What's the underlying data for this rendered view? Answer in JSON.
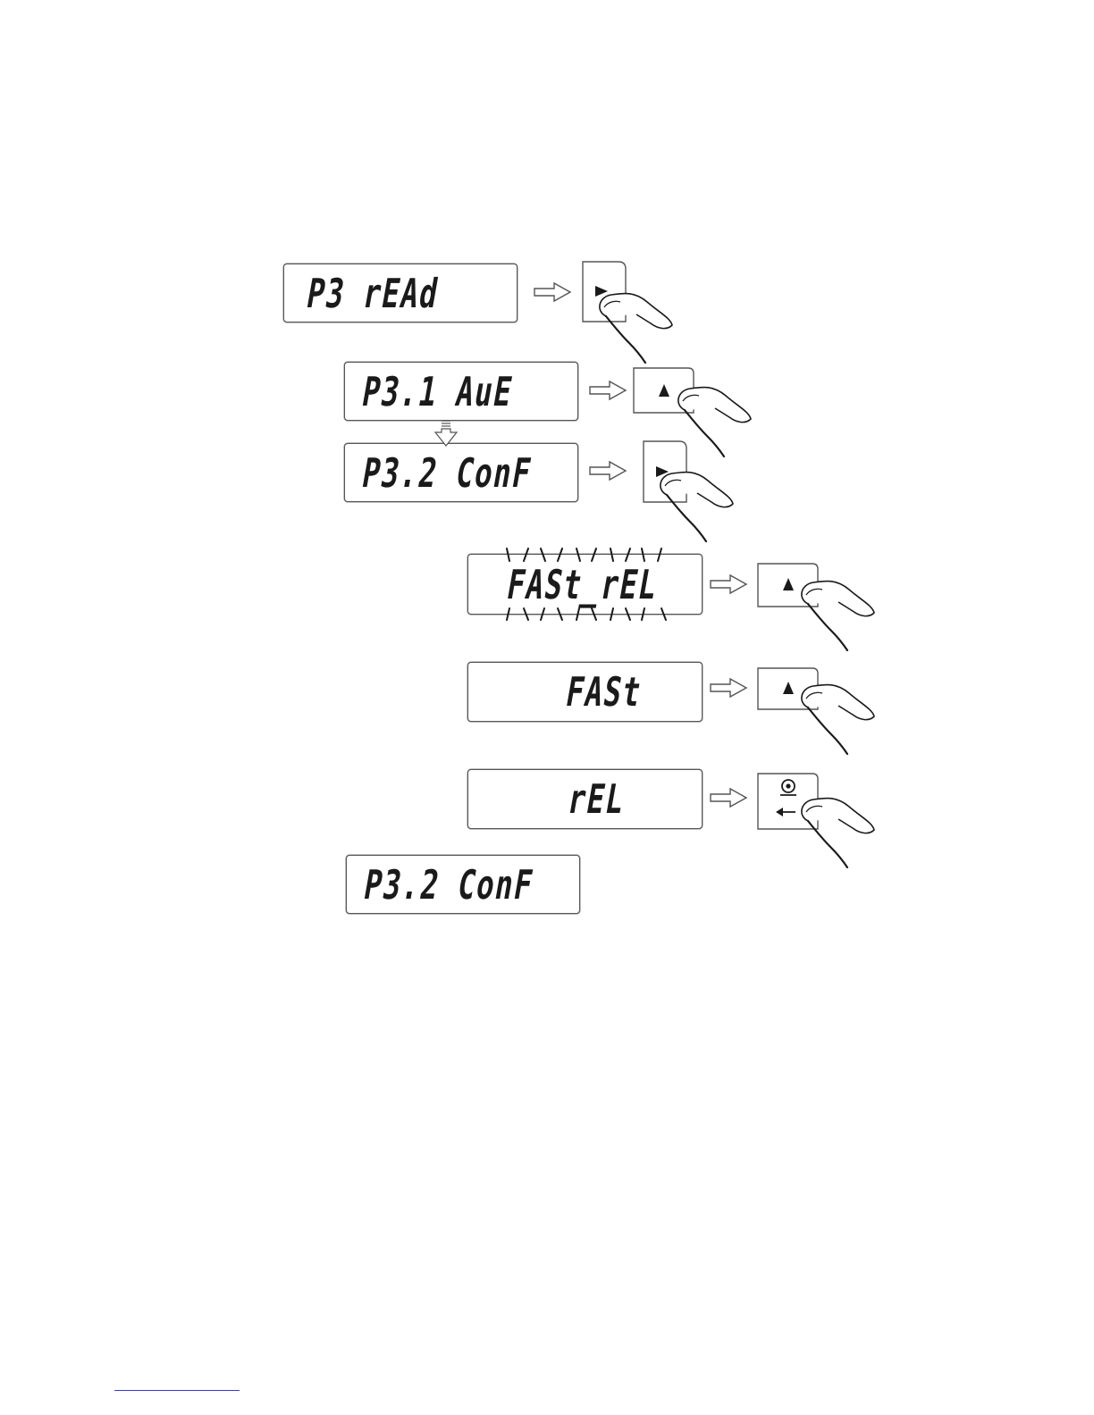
{
  "steps": [
    {
      "display": "P3 rEAd",
      "key": "right-arrow-key"
    },
    {
      "display": "P3.1 AuE",
      "key": "up-arrow-key"
    },
    {
      "display": "P3.2 ConF",
      "key": "right-arrow-key"
    },
    {
      "display": "FASt_rEL",
      "key": "up-arrow-key",
      "blinking": true
    },
    {
      "display": "FASt",
      "key": "up-arrow-key"
    },
    {
      "display": "rEL",
      "key": "enter-key"
    },
    {
      "display": "P3.2 ConF"
    }
  ],
  "colors": {
    "outline": "#555555",
    "segment": "#1a1a1a",
    "link_underline": "#3a3ad0"
  }
}
